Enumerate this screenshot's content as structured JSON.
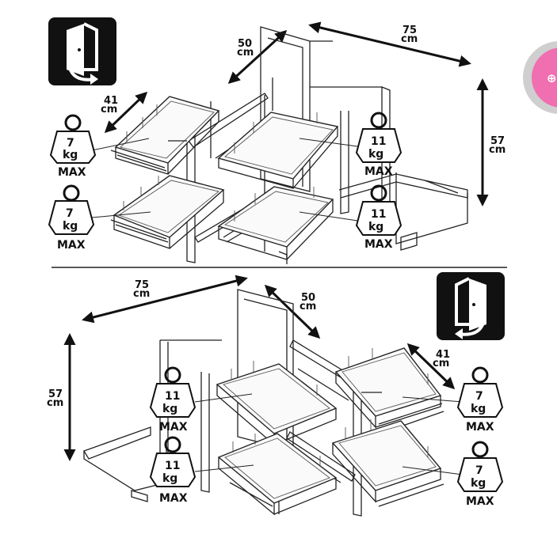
{
  "top": {
    "width_value": "75",
    "width_unit": "cm",
    "depth_value": "50",
    "depth_unit": "cm",
    "height_value": "57",
    "height_unit": "cm",
    "tray_value": "41",
    "tray_unit": "cm",
    "weights": [
      {
        "value": "7",
        "unit": "kg",
        "max": "MAX"
      },
      {
        "value": "7",
        "unit": "kg",
        "max": "MAX"
      },
      {
        "value": "11",
        "unit": "kg",
        "max": "MAX"
      },
      {
        "value": "11",
        "unit": "kg",
        "max": "MAX"
      }
    ],
    "icon": "door-right-arrow-icon"
  },
  "bottom": {
    "width_value": "75",
    "width_unit": "cm",
    "depth_value": "50",
    "depth_unit": "cm",
    "height_value": "57",
    "height_unit": "cm",
    "tray_value": "41",
    "tray_unit": "cm",
    "weights": [
      {
        "value": "11",
        "unit": "kg",
        "max": "MAX"
      },
      {
        "value": "11",
        "unit": "kg",
        "max": "MAX"
      },
      {
        "value": "7",
        "unit": "kg",
        "max": "MAX"
      },
      {
        "value": "7",
        "unit": "kg",
        "max": "MAX"
      }
    ],
    "icon": "door-left-arrow-icon"
  },
  "colors": {
    "accent_badge": "#f06fb0",
    "line": "#222222",
    "icon_bg": "#111111"
  }
}
